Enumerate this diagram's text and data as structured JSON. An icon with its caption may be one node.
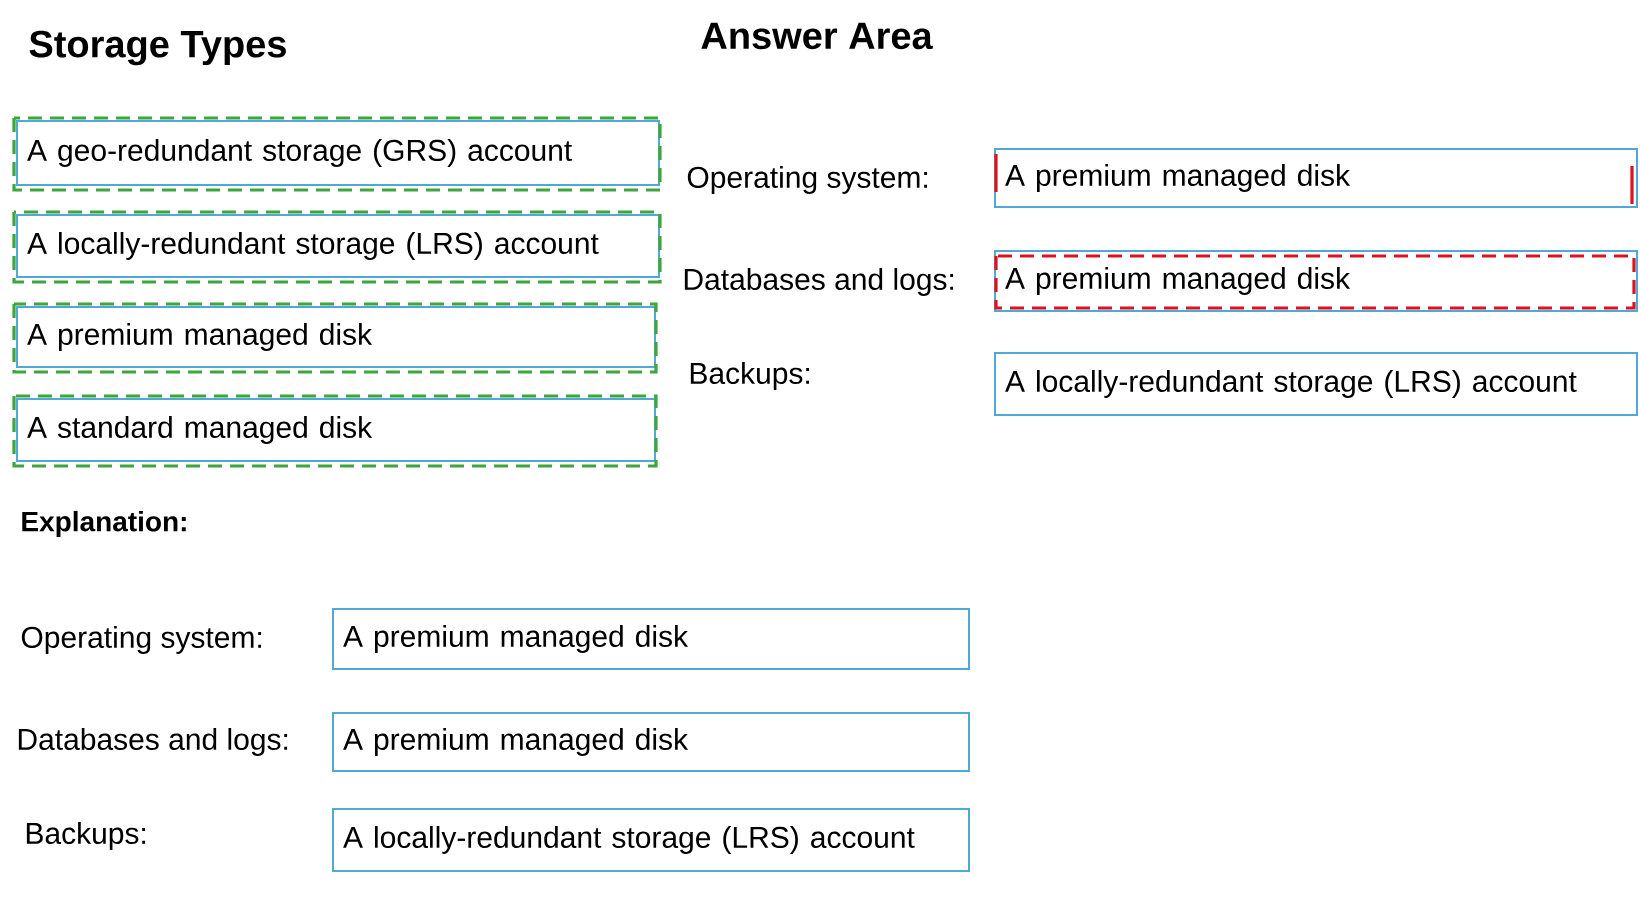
{
  "diagram": {
    "nodes": [
      {
        "text": [
          "A geo-redundant storage (GRS) account"
        ]
      },
      {
        "text": [
          "A locally-redundant storage (LRS) account"
        ]
      },
      {
        "text": [
          "A premium managed disk"
        ]
      },
      {
        "text": [
          "A standard managed disk"
        ]
      },
      {
        "text": [
          "A premium managed disk"
        ]
      },
      {
        "text": [
          "A premium managed disk"
        ]
      },
      {
        "text": [
          "A locally-redundant storage (LRS) account"
        ]
      },
      {
        "text": [
          "A premium managed disk"
        ]
      },
      {
        "text": [
          "A premium managed disk"
        ]
      },
      {
        "text": [
          "A locally-redundant storage (LRS) account"
        ]
      }
    ],
    "labels": [
      "Storage Types",
      "Answer Area",
      "Operating system:",
      "Databases and logs:",
      "Backups:",
      "Explanation:",
      "Operating system:",
      "Databases and logs:",
      "Backups:"
    ]
  }
}
